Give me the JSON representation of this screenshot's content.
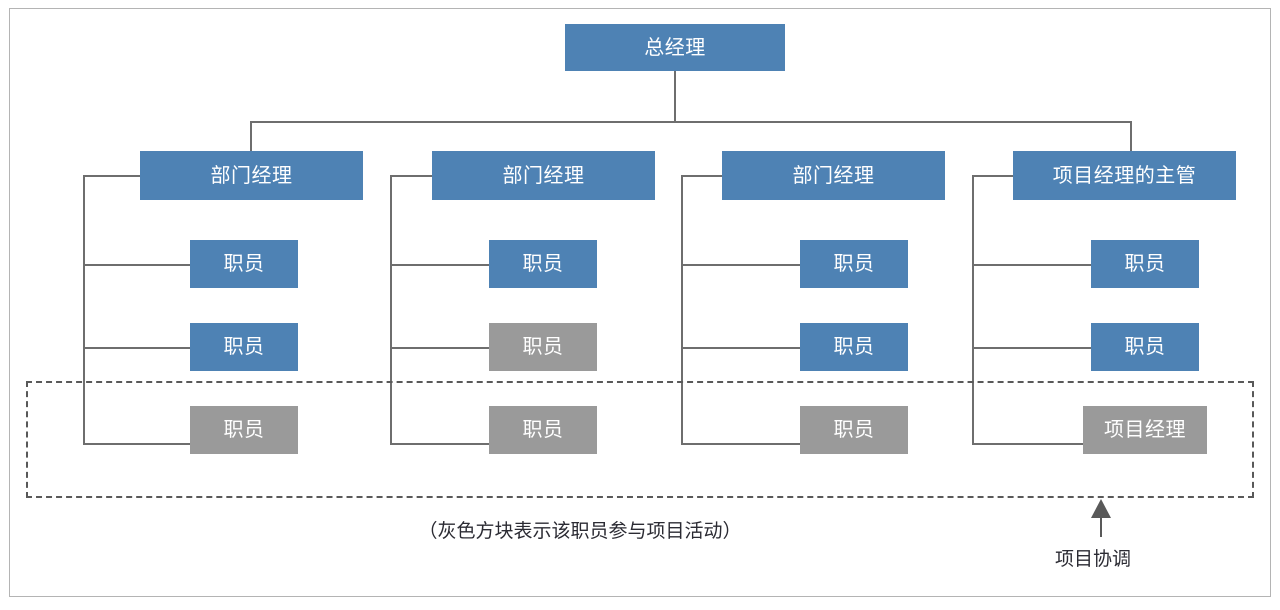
{
  "diagram": {
    "type": "org-chart",
    "title_text": "",
    "colors": {
      "blue_node": "#4e82b4",
      "gray_node": "#9a9a9a",
      "connector": "#6e6e6e",
      "dashed_border": "#595959",
      "frame": "#b4b4b4",
      "node_text": "#ffffff",
      "caption_text": "#2b2b33",
      "background": "#ffffff"
    },
    "root": {
      "label": "总经理",
      "style": "blue"
    },
    "columns": [
      {
        "head": {
          "label": "部门经理",
          "style": "blue"
        },
        "members": [
          {
            "label": "职员",
            "style": "blue"
          },
          {
            "label": "职员",
            "style": "blue"
          },
          {
            "label": "职员",
            "style": "gray"
          }
        ]
      },
      {
        "head": {
          "label": "部门经理",
          "style": "blue"
        },
        "members": [
          {
            "label": "职员",
            "style": "blue"
          },
          {
            "label": "职员",
            "style": "gray"
          },
          {
            "label": "职员",
            "style": "gray"
          }
        ]
      },
      {
        "head": {
          "label": "部门经理",
          "style": "blue"
        },
        "members": [
          {
            "label": "职员",
            "style": "blue"
          },
          {
            "label": "职员",
            "style": "blue"
          },
          {
            "label": "职员",
            "style": "gray"
          }
        ]
      },
      {
        "head": {
          "label": "项目经理的主管",
          "style": "blue"
        },
        "members": [
          {
            "label": "职员",
            "style": "blue"
          },
          {
            "label": "职员",
            "style": "blue"
          },
          {
            "label": "项目经理",
            "style": "gray"
          }
        ]
      }
    ],
    "annotations": {
      "legend": "（灰色方块表示该职员参与项目活动）",
      "coordination_label": "项目协调",
      "arrow_icon": "up-arrow-icon",
      "dashed_region_name": "project-activity-region"
    }
  }
}
